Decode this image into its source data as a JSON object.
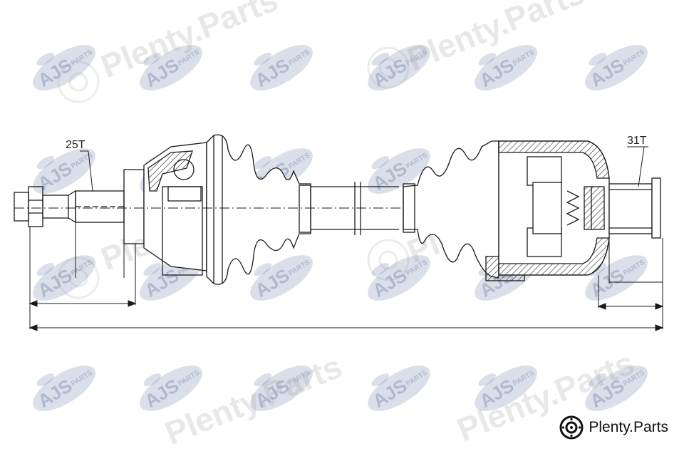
{
  "spline_labels": {
    "left": "25T",
    "right": "31T"
  },
  "watermark": {
    "logo_text": "AJS",
    "logo_subtext": "PARTS",
    "overlay_text": "Plenty.Parts"
  },
  "brand": {
    "name": "Plenty.Parts",
    "icon": "brake-disc-icon"
  },
  "colors": {
    "line": "#1a1a1a",
    "hatch": "#444444",
    "watermark_logo": "#1e3a78",
    "watermark_text": "#9a9a9a"
  }
}
